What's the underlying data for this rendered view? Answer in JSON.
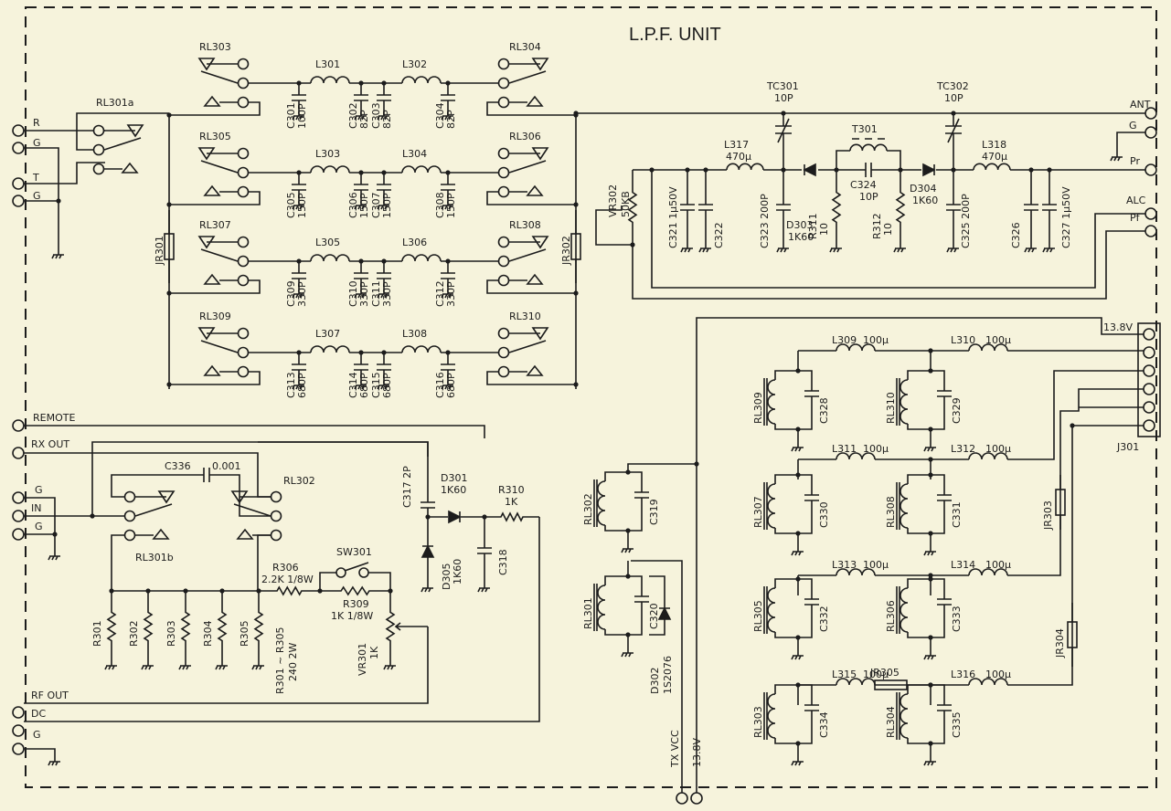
{
  "title": "L.P.F. UNIT",
  "colors": {
    "paper": "#f6f3dc",
    "ink": "#1c1c1c"
  },
  "left_terminals": {
    "R": "R",
    "G1": "G",
    "T": "T",
    "G2": "G",
    "remote": "REMOTE",
    "rx_out": "RX OUT",
    "g_in1": "G",
    "in": "IN",
    "g_in2": "G",
    "rf_out": "RF OUT",
    "dc": "DC",
    "g_bottom": "G"
  },
  "right_terminals": {
    "ant": "ANT",
    "g": "G",
    "pr": "Pr",
    "alc": "ALC",
    "pf": "Pf",
    "v138": "13.8V",
    "j301": "J301"
  },
  "bottom_terminals": {
    "tx_vcc": "TX VCC",
    "v138": "13.8V"
  },
  "filter_bank": [
    {
      "relay_in": "RL303",
      "relay_out": "RL304",
      "l1": "L301",
      "l2": "L302",
      "caps": [
        {
          "ref": "C301",
          "val": "100P"
        },
        {
          "ref": "C302",
          "val": "82P"
        },
        {
          "ref": "C303",
          "val": "82P"
        },
        {
          "ref": "C304",
          "val": "82P"
        }
      ]
    },
    {
      "relay_in": "RL305",
      "relay_out": "RL306",
      "l1": "L303",
      "l2": "L304",
      "caps": [
        {
          "ref": "C305",
          "val": "150P"
        },
        {
          "ref": "C306",
          "val": "150P"
        },
        {
          "ref": "C307",
          "val": "150P"
        },
        {
          "ref": "C308",
          "val": "150P"
        }
      ]
    },
    {
      "relay_in": "RL307",
      "relay_out": "RL308",
      "l1": "L305",
      "l2": "L306",
      "caps": [
        {
          "ref": "C309",
          "val": "330P"
        },
        {
          "ref": "C310",
          "val": "330P"
        },
        {
          "ref": "C311",
          "val": "330P"
        },
        {
          "ref": "C312",
          "val": "330P"
        }
      ]
    },
    {
      "relay_in": "RL309",
      "relay_out": "RL310",
      "l1": "L307",
      "l2": "L308",
      "caps": [
        {
          "ref": "C313",
          "val": "680P"
        },
        {
          "ref": "C314",
          "val": "680P"
        },
        {
          "ref": "C315",
          "val": "680P"
        },
        {
          "ref": "C316",
          "val": "680P"
        }
      ]
    }
  ],
  "relays": {
    "rl301a": "RL301a",
    "rl301b": "RL301b",
    "rl302": "RL302"
  },
  "jumpers": {
    "jr301": "JR301",
    "jr302": "JR302",
    "jr303": "JR303",
    "jr304": "JR304",
    "jr305": "JR305"
  },
  "swr": {
    "tc301": "TC301",
    "tc301_val": "10P",
    "tc302": "TC302",
    "tc302_val": "10P",
    "l317": "L317",
    "l317_val": "470µ",
    "l318": "L318",
    "l318_val": "470µ",
    "vr302": "VR302",
    "vr302_val": "50KB",
    "c321": "C321 1µ50V",
    "c322": "C322",
    "c323": "C323 200P",
    "c325": "C325 200P",
    "c326": "C326",
    "c327": "C327 1µ50V",
    "d303": "D303",
    "d303_val": "1K60",
    "d304": "D304",
    "d304_val": "1K60",
    "t301": "T301",
    "c324": "C324",
    "c324_val": "10P",
    "r311": "R311",
    "r311_val": "10",
    "r312": "R312",
    "r312_val": "10"
  },
  "rx_section": {
    "c336": "C336",
    "c336_val": "0.001",
    "c317": "C317 2P",
    "d301": "D301",
    "d301_val": "1K60",
    "d305": "D305",
    "d305_val": "1K60",
    "r310": "R310",
    "r310_val": "1K",
    "c318": "C318",
    "r306": "R306",
    "r306_val": "2.2K 1/8W",
    "sw301": "SW301",
    "r309": "R309",
    "r309_val": "1K 1/8W",
    "vr301": "VR301",
    "vr301_val": "1K",
    "resistors": [
      "R301",
      "R302",
      "R303",
      "R304",
      "R305"
    ],
    "resistor_note": "R301 ~ R305",
    "resistor_note2": "240 2W"
  },
  "relay_coils": [
    {
      "relay": "RL309",
      "cap": "C328"
    },
    {
      "relay": "RL310",
      "cap": "C329"
    },
    {
      "relay": "RL307",
      "cap": "C330"
    },
    {
      "relay": "RL308",
      "cap": "C331"
    },
    {
      "relay": "RL305",
      "cap": "C332"
    },
    {
      "relay": "RL306",
      "cap": "C333"
    },
    {
      "relay": "RL303",
      "cap": "C334"
    },
    {
      "relay": "RL304",
      "cap": "C335"
    },
    {
      "relay": "RL302",
      "cap": "C319"
    },
    {
      "relay": "RL301",
      "cap": "C320"
    }
  ],
  "chokes": [
    {
      "ref": "L309",
      "val": "100µ"
    },
    {
      "ref": "L310",
      "val": "100µ"
    },
    {
      "ref": "L311",
      "val": "100µ"
    },
    {
      "ref": "L312",
      "val": "100µ"
    },
    {
      "ref": "L313",
      "val": "100µ"
    },
    {
      "ref": "L314",
      "val": "100µ"
    },
    {
      "ref": "L315",
      "val": "100µ"
    },
    {
      "ref": "L316",
      "val": "100µ"
    }
  ],
  "d302": "D302",
  "d302_val": "1S2076"
}
